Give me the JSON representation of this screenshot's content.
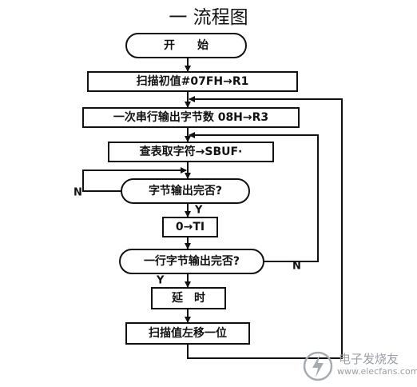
{
  "title": "一 流程图",
  "nodes": {
    "start": "开　　始",
    "init": "扫描初值#07FH→R1",
    "bytes": "一次串行输出字节数 08H→R3",
    "lookup": "查表取字符→SBUF·",
    "byte_done": "字节输出完否?",
    "clear_ti": "0→TI",
    "row_done": "一行字节输出完否?",
    "delay": "延　时",
    "shift": "扫描值左移一位"
  },
  "labels": {
    "byte_no": "N",
    "byte_yes": "Y",
    "row_no": "N",
    "row_yes": "Y"
  },
  "watermark": {
    "cn": "电子发烧友",
    "en": "www.elecfans.com"
  }
}
